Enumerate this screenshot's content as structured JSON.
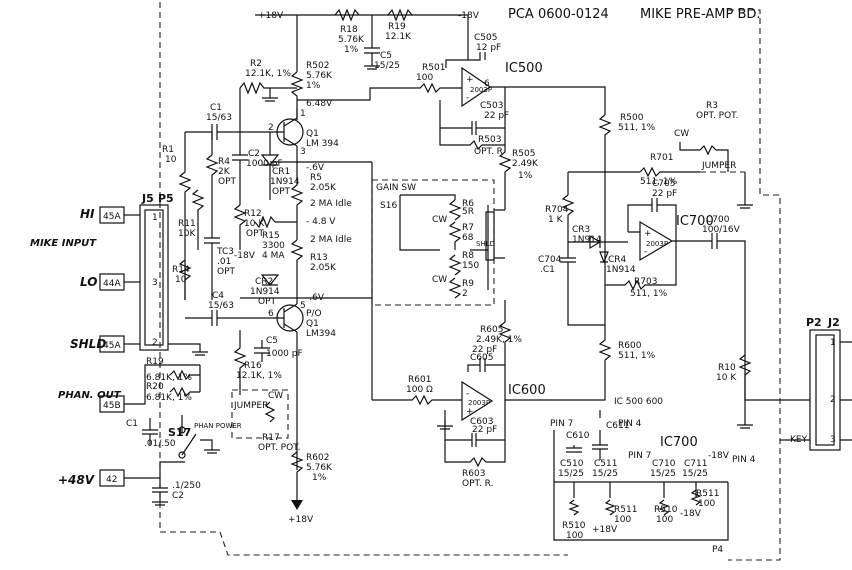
{
  "title": "PCA 0600-0124",
  "subtitle": "MIKE PRE-AMP BD.",
  "connector_left": {
    "jack": "J5",
    "plug": "P5",
    "pins": [
      "1",
      "3",
      "2"
    ]
  },
  "connector_right": {
    "plug": "P2",
    "jack": "J2",
    "pins": [
      "1",
      "2",
      "3"
    ],
    "key": "KEY"
  },
  "inputs": {
    "hi": "HI",
    "lo": "LO",
    "shld": "SHLD",
    "mike_input": "MIKE INPUT",
    "phan_out": "PHAN. OUT",
    "plus48v": "+48V",
    "term_45a_hi": "45A",
    "term_44a": "44A",
    "term_45a_shld": "45A",
    "term_45b": "45B",
    "term_42": "42"
  },
  "rails": {
    "plus18_top": "+18V",
    "minus18_top": "-18V",
    "plus18_bottom": "+18V"
  },
  "components": {
    "r18": "R18",
    "r18_v": "5.76K",
    "r18_t": "1%",
    "r19": "R19",
    "r19_v": "12.1K",
    "c5": "C5",
    "c5_v": "15/25",
    "c505": "C505",
    "c505_v": "12 pF",
    "r501": "R501",
    "r501_v": "100",
    "ic500": "IC500",
    "ic500_p": "2003P",
    "c503": "C503",
    "c503_v": "22 pF",
    "r503": "R503",
    "r503_v": "OPT. R",
    "r505": "R505",
    "r505_v": "2.49K",
    "r505_t": "1%",
    "r500": "R500",
    "r500_v": "511, 1%",
    "r3": "R3",
    "r3_v": "OPT. POT.",
    "cw": "CW",
    "r701": "R701",
    "r701_v": "511, 1%",
    "jumper": "JUMPER",
    "c705": "C705",
    "c705_v": "22 pF",
    "ic700": "IC700",
    "ic700_p": "2003P",
    "c700": "C700",
    "c700_v": "100/16V",
    "r704": "R704",
    "r704_v": "1 K",
    "cr3": "CR3",
    "cr3_v": "1N914",
    "cr4": "CR4",
    "cr4_v": "1N914",
    "c704": "C704",
    "c704_v": ".C1",
    "r703": "R703",
    "r703_v": "511, 1%",
    "r600": "R600",
    "r600_v": "511, 1%",
    "r10": "R10",
    "r10_v": "10 K",
    "r2": "R2",
    "r2_v": "12.1K, 1%",
    "r502": "R502",
    "r502_v": "5.76K",
    "r502_t": "1%",
    "v648": "6.48V",
    "c1": "C1",
    "c1_v": "15/63",
    "q1": "Q1",
    "q1_v": "LM 394",
    "r1": "R1",
    "r1_v": "10",
    "r4": "R4",
    "r4_v": "2K",
    "r4_t": "OPT",
    "c2": "C2",
    "c2_v": "1000 pF",
    "cr1": "CR1",
    "cr1_v": "1N914",
    "cr1_t": "OPT",
    "v6": "-.6V",
    "r5": "R5",
    "r5_v": "2.05K",
    "r11": "R11",
    "r11_v": "10K",
    "r12": "R12",
    "r12_v": "10 K",
    "r12_t": "OPT",
    "tc3": "TC3",
    "tc3_v": ".01",
    "tc3_t": "OPT",
    "r15": "R15",
    "r15_v": "3300",
    "r15_n": "4 MA",
    "ma_idle1": "2 MA Idle",
    "v48": "- 4.8 V",
    "ma_idle2": "2 MA Idle",
    "m18": "-18V",
    "r13": "R13",
    "r13_v": "2.05K",
    "cr2": "CR2",
    "cr2_v": "1N914",
    "cr2_t": "OPT",
    "r14": "R14",
    "r14_v": "10",
    "c4": "C4",
    "c4_v": "15/63",
    "v6b": "-.6V",
    "q1b": "Q1",
    "q1b_v": "LM394",
    "q1b_p": "P/O",
    "c5b": "C5",
    "c5b_v": "1000 pF",
    "r16": "R16",
    "r16_v": "12.1K, 1%",
    "r17": "R17",
    "r17_v": "OPT. POT.",
    "jumper2": "JUMPER",
    "cw2": "CW",
    "r19b": "R19",
    "r20": "R20",
    "r20_v": "6.81K, 1%",
    "r19b_v": "6.81K, 1%",
    "c1b": "C1",
    "c1b_v": ".01/.50",
    "s17": "S17",
    "phan_power": "PHAN POWER",
    "c2b": "C2",
    "c2b_v": ".1/250",
    "r602": "R602",
    "r602_v": "5.76K",
    "r602_t": "1%",
    "gain_sw": "GAIN SW",
    "s16": "S16",
    "r6": "R6",
    "r6_v": "5R",
    "r7": "R7",
    "r7_v": "68",
    "r8": "R8",
    "r8_v": "150",
    "r9": "R9",
    "r9_v": "2",
    "shld": "SHLD",
    "cw3": "CW",
    "cw4": "CW",
    "r605": "R605",
    "r605_v": "2.49K, 1%",
    "c605": "C605",
    "c605_v": "22 pF",
    "r601": "R601",
    "r601_v": "100 Ω",
    "ic600": "IC600",
    "ic600_p": "2003P",
    "c603": "C603",
    "c603_v": "22 pF",
    "r603": "R603",
    "r603_v": "OPT. R.",
    "pin7a": "PIN 7",
    "pin4a": "PIN 4",
    "c610": "C610",
    "c611": "C611",
    "ic500_600": "IC 500 600",
    "ic700b": "IC700",
    "c510": "C510",
    "c510_v": "15/25",
    "c511": "C511",
    "c511_v": "15/25",
    "pin7b": "PIN 7",
    "c710": "C710",
    "c710_v": "15/25",
    "c711": "C711",
    "c711_v": "15/25",
    "m18b": "-18V",
    "pin4b": "PIN 4",
    "r510": "R510",
    "r510_v": "100",
    "r511": "R511",
    "r511_v": "100",
    "r510b": "R510",
    "r510b_v": "100",
    "r511b": "R511",
    "r511b_v": "100",
    "p18": "+18V",
    "m18c": "-18V",
    "p4": "P4"
  }
}
